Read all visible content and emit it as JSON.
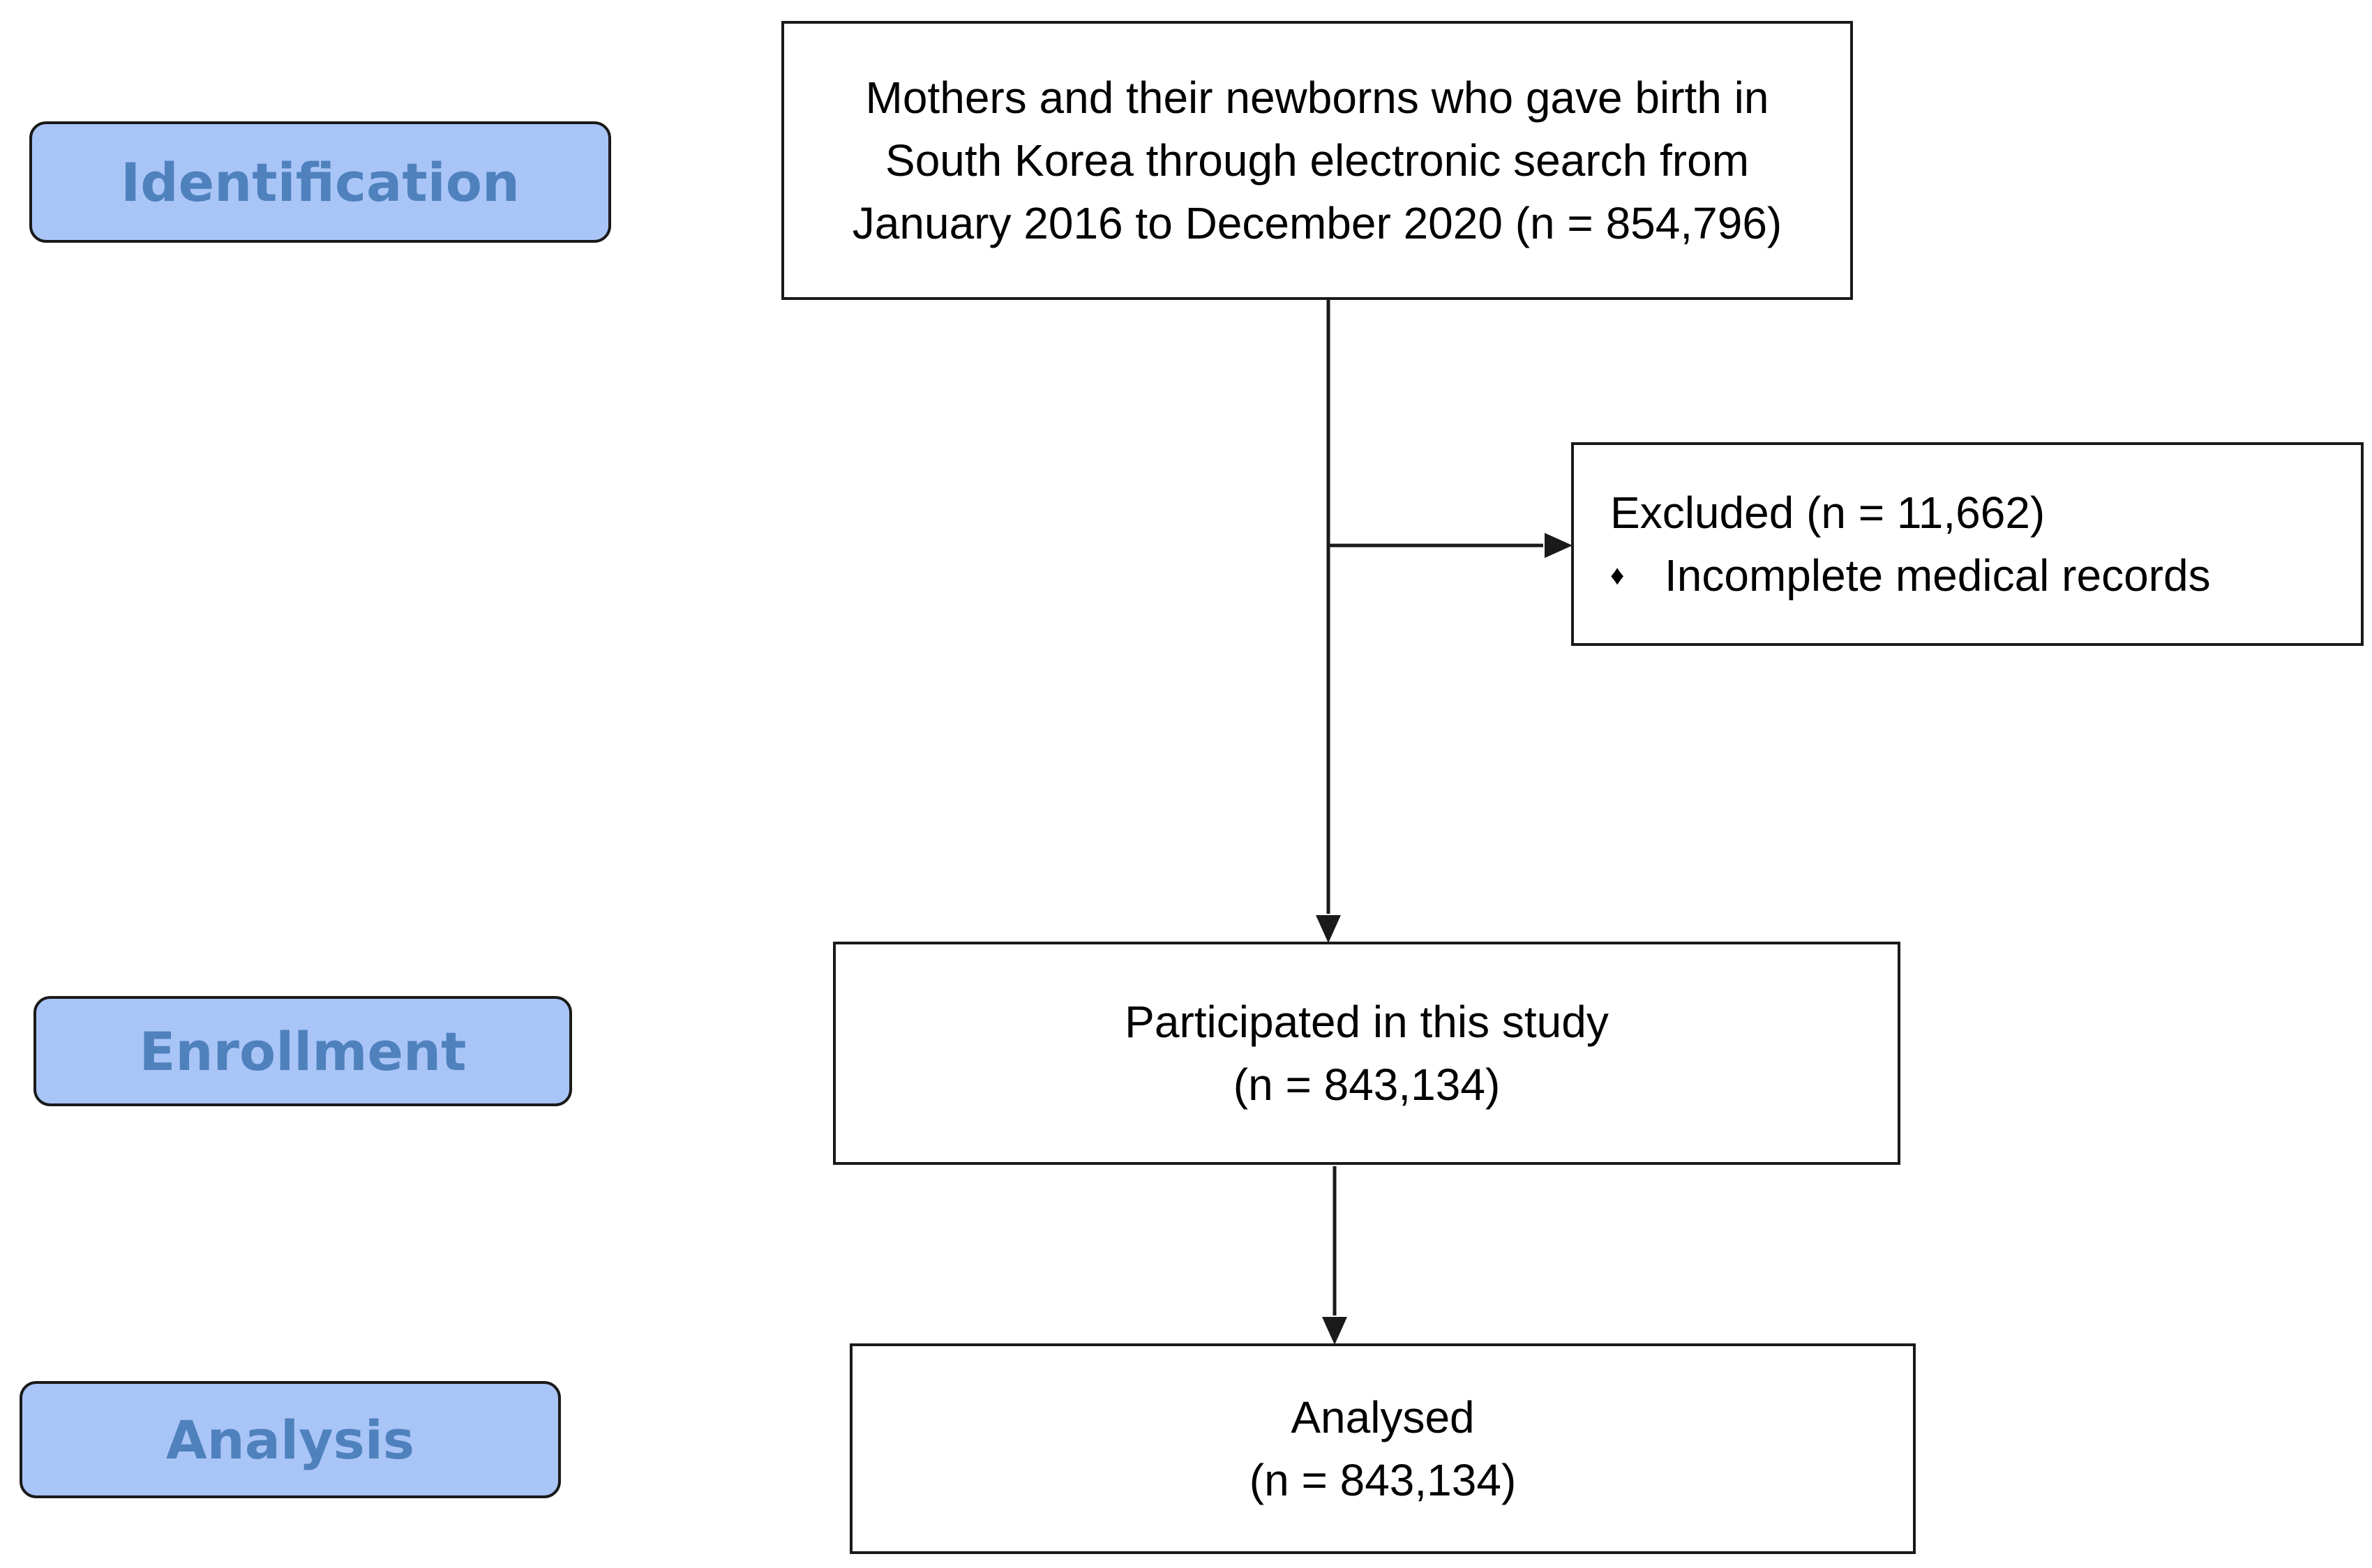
{
  "stages": {
    "identification": "Identification",
    "enrollment": "Enrollment",
    "analysis": "Analysis"
  },
  "boxes": {
    "identified": {
      "lines": [
        "Mothers and their newborns who gave birth in",
        "South Korea through electronic search from",
        "January 2016 to December 2020 (n = 854,796)"
      ]
    },
    "excluded": {
      "title": "Excluded (n = 11,662)",
      "bullet_glyph": "♦",
      "items": [
        "Incomplete medical records"
      ]
    },
    "participated": {
      "lines": [
        "Participated in this study",
        "(n = 843,134)"
      ]
    },
    "analysed": {
      "lines": [
        "Analysed",
        "(n = 843,134)"
      ]
    }
  },
  "colors": {
    "stage_fill": "#a9c5f7",
    "stage_text": "#4f81bd",
    "line": "#1a1a1a"
  }
}
